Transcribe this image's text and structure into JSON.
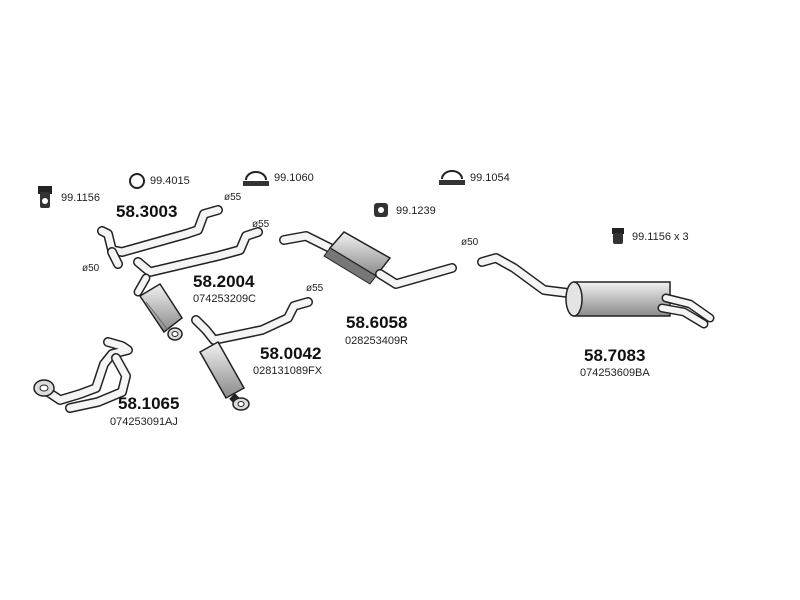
{
  "accessories": {
    "hanger_a": "99.1156",
    "ring": "99.4015",
    "clamp_a": "99.1060",
    "clamp_b": "99.1054",
    "hanger_b": "99.1239",
    "hanger_c": "99.1156 x 3"
  },
  "parts": {
    "p58_3003": {
      "number": "58.3003",
      "diameter_a": "ø55",
      "diameter_b": "ø50"
    },
    "p58_2004": {
      "number": "58.2004",
      "oem": "074253209C",
      "diameter": "ø55"
    },
    "p58_0042": {
      "number": "58.0042",
      "oem": "028131089FX",
      "diameter": "ø55"
    },
    "p58_1065": {
      "number": "58.1065",
      "oem": "074253091AJ"
    },
    "p58_6058": {
      "number": "58.6058",
      "oem": "028253409R",
      "diameter": "ø50"
    },
    "p58_7083": {
      "number": "58.7083",
      "oem": "074253609BA"
    }
  }
}
